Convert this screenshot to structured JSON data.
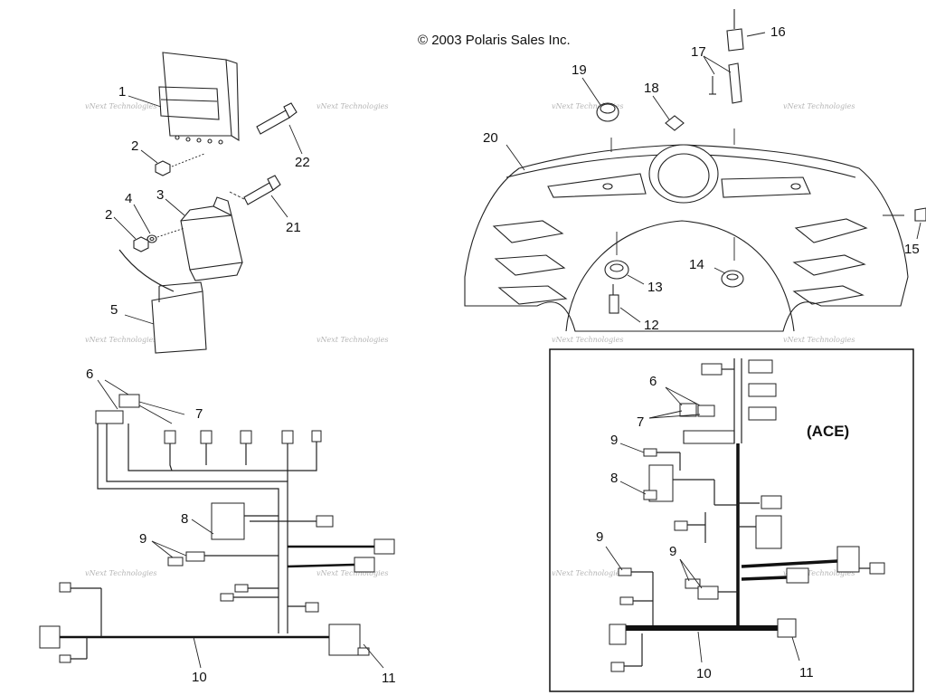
{
  "copyright": "© 2003 Polaris Sales Inc.",
  "inset_title": "(ACE)",
  "watermark": "vNext Technologies",
  "callouts": {
    "c1": "1",
    "c2a": "2",
    "c2b": "2",
    "c3": "3",
    "c4": "4",
    "c5": "5",
    "c6": "6",
    "c7": "7",
    "c8": "8",
    "c9": "9",
    "c10": "10",
    "c11": "11",
    "c12": "12",
    "c13": "13",
    "c14": "14",
    "c15": "15",
    "c16": "16",
    "c17": "17",
    "c18": "18",
    "c19": "19",
    "c20": "20",
    "c21": "21",
    "c22": "22",
    "i6": "6",
    "i7": "7",
    "i8": "8",
    "i9a": "9",
    "i9b": "9",
    "i9c": "9",
    "i10": "10",
    "i11": "11"
  },
  "colors": {
    "line": "#222222",
    "watermark": "#b5b5b5",
    "background": "#ffffff"
  }
}
